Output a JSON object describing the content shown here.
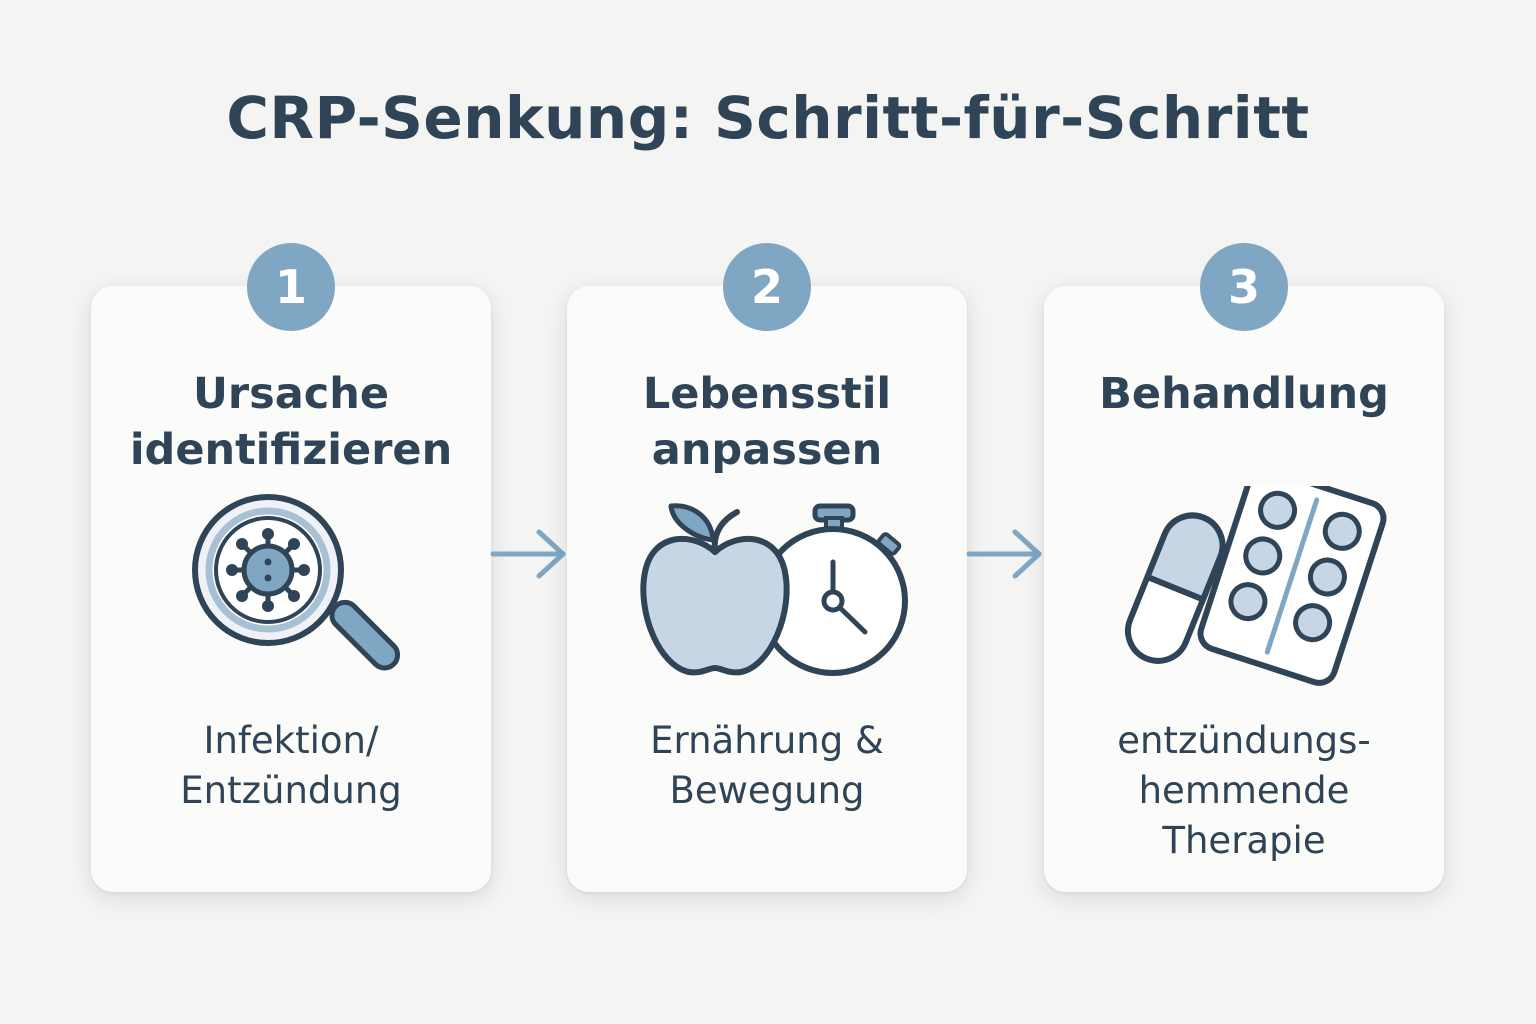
{
  "title": "CRP-Senkung: Schritt-für-Schritt",
  "colors": {
    "background": "#f4f4f2",
    "card": "#fbfbfa",
    "text": "#2f4456",
    "accent": "#7fa6c3",
    "icon_fill": "#c6d6e4",
    "icon_stroke": "#2f4456"
  },
  "steps": [
    {
      "number": "1",
      "heading": [
        "Ursache",
        "identifizieren"
      ],
      "icon": "magnifier-virus-icon",
      "caption": [
        "Infektion/",
        "Entzündung"
      ]
    },
    {
      "number": "2",
      "heading": [
        "Lebensstil",
        "anpassen"
      ],
      "icon": "apple-stopwatch-icon",
      "caption": [
        "Ernährung &",
        "Bewegung"
      ]
    },
    {
      "number": "3",
      "heading": [
        "Behandlung"
      ],
      "icon": "capsule-blister-pack-icon",
      "caption": [
        "entzündungs-",
        "hemmende",
        "Therapie"
      ]
    }
  ],
  "arrows": [
    "arrow-right-icon",
    "arrow-right-icon"
  ]
}
